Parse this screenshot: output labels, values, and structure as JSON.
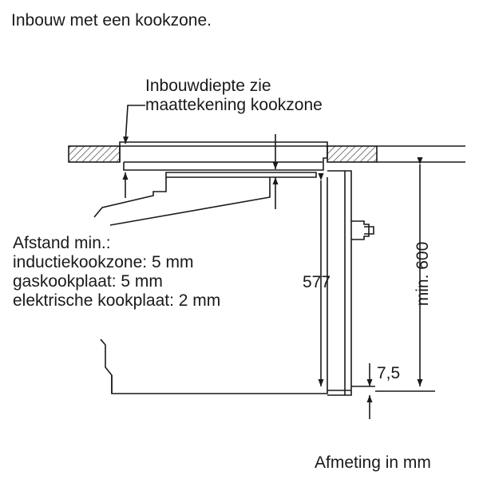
{
  "title": "Inbouw met een kookzone.",
  "callout_depth": [
    "Inbouwdiepte zie",
    "maattekening kookzone"
  ],
  "clearance": {
    "heading": "Afstand min.:",
    "lines": [
      "inductiekookzone: 5 mm",
      "gaskookplaat: 5 mm",
      "elektrische kookplaat: 2 mm"
    ]
  },
  "dimensions": {
    "oven_height": "577",
    "niche_height": "min. 600",
    "gap": "7,5"
  },
  "unit_note": "Afmeting in mm"
}
